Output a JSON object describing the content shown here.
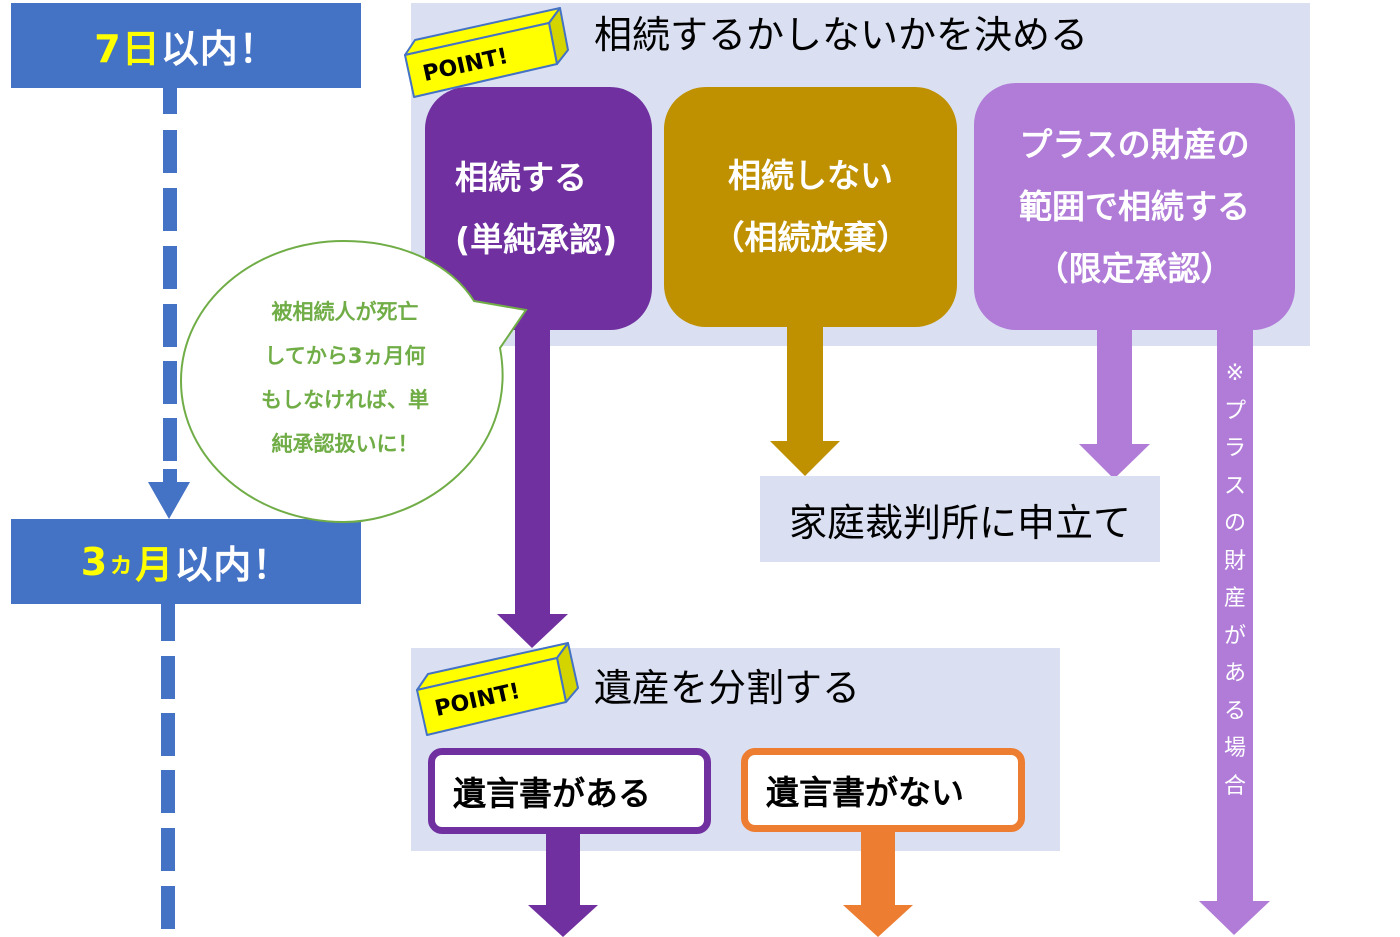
{
  "colors": {
    "timeline_blue": "#4472c4",
    "highlight_yellow": "#ffff00",
    "panel_bg": "#dae0f2",
    "simple_acceptance_purple": "#7030a0",
    "renunciation_gold": "#bf9000",
    "limited_acceptance_lavender": "#b07cd8",
    "no_will_orange": "#ed7d31",
    "bubble_green": "#70ad47",
    "point_badge_yellow": "#ffff00",
    "point_badge_side": "#d4d400",
    "point_badge_border": "#4472c4"
  },
  "timeline": {
    "deadline_1": {
      "highlight": "7日",
      "rest": "以内！"
    },
    "deadline_2": {
      "highlight_num": "3",
      "highlight_small": "ヵ",
      "highlight_tail": "月",
      "rest": "以内！"
    }
  },
  "decision_section": {
    "badge": "POINT!",
    "title": "相続するかしないかを決める",
    "options": [
      {
        "lines": [
          "相続する",
          "(単純承認)"
        ]
      },
      {
        "lines": [
          "相続しない",
          "（相続放棄）"
        ]
      },
      {
        "lines": [
          "プラスの財産の",
          "範囲で相続する",
          "（限定承認）"
        ]
      }
    ]
  },
  "court_step": {
    "label": "家庭裁判所に申立て"
  },
  "speech_bubble": {
    "lines": [
      "被相続人が死亡",
      "してから3ヵ月何",
      "もしなければ、単",
      "純承認扱いに！"
    ]
  },
  "limited_note": {
    "chars": [
      "※",
      "プ",
      "ラ",
      "ス",
      "の",
      "財",
      "産",
      "が",
      "あ",
      "る",
      "場",
      "合"
    ]
  },
  "division_section": {
    "badge": "POINT!",
    "title": "遺産を分割する",
    "options": [
      {
        "label": "遺言書がある"
      },
      {
        "label": "遺言書がない"
      }
    ]
  }
}
